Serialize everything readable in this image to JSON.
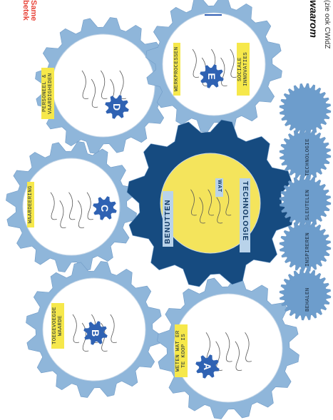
{
  "header": {
    "red_title_line1": "Same",
    "red_title_line2": "betek",
    "side_title": "waarom",
    "side_subtitle": "(zie ook CWidZ"
  },
  "center": {
    "label_left": "BENUTTEN",
    "label_right": "TECHNOLOGIE",
    "label_mid": "WAT"
  },
  "gears": {
    "a": {
      "letter": "A",
      "caption": "WETEN WAT ER TE KOOP IS"
    },
    "b": {
      "letter": "B",
      "caption": "TOEGEVOEGDE WAARDE"
    },
    "c": {
      "letter": "C",
      "caption": "WAARDEERING"
    },
    "d": {
      "letter": "D",
      "caption": "PERSONEEL & VAARDIGHEDEN"
    },
    "e": {
      "letter": "E",
      "caption_1": "WERKPROCESSEN",
      "caption_2": "SOCIALE INNOVATIES"
    }
  },
  "side_gears": [
    {
      "caption": "BEHALEN"
    },
    {
      "caption": "INSPIREREN"
    },
    {
      "caption": "SLEUTELEN"
    },
    {
      "caption": "TECHNOLOGIE"
    },
    {
      "caption": ""
    }
  ],
  "colors": {
    "gear_light": "#8fb6da",
    "gear_mid": "#6d9dcc",
    "gear_dark": "#1c5d99",
    "gear_darkest": "#164b80",
    "center_yellow": "#f4e45c",
    "label_yellow": "#f6e84b",
    "badge_blue": "#2f62b3",
    "title_red": "#e8463b"
  }
}
